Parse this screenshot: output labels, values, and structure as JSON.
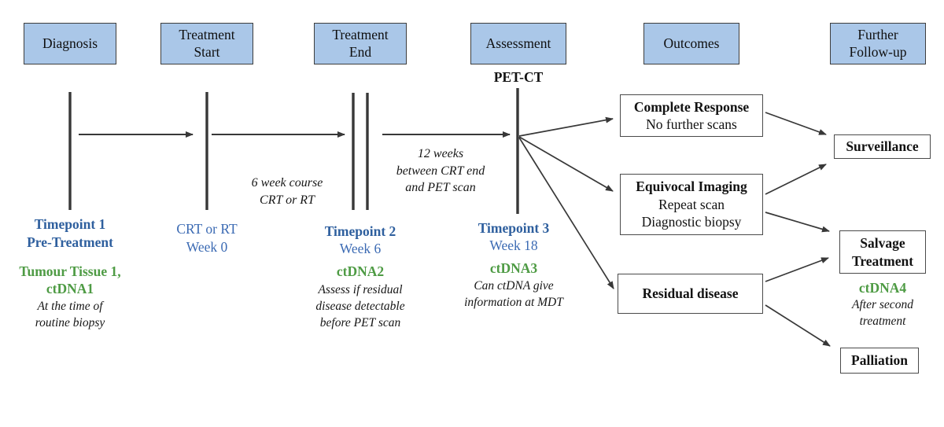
{
  "colors": {
    "stage_fill": "#aac7e8",
    "stage_border": "#3d3d3d",
    "blue_text": "#2e5f9e",
    "green_text": "#4e9b44",
    "line": "#383838"
  },
  "stages": [
    {
      "label": "Diagnosis"
    },
    {
      "label": "Treatment\nStart"
    },
    {
      "label": "Treatment\nEnd"
    },
    {
      "label": "Assessment"
    },
    {
      "label": "Outcomes"
    },
    {
      "label": "Further\nFollow-up"
    }
  ],
  "pet_ct_label": "PET-CT",
  "interval_notes": [
    {
      "text": "6 week course\nCRT or RT"
    },
    {
      "text": "12 weeks\nbetween CRT end\nand PET scan"
    }
  ],
  "timepoints": [
    {
      "bold": "Timepoint 1\nPre-Treatment",
      "regular": "",
      "green": "Tumour Tissue 1,\nctDNA1",
      "italic": "At the time of\nroutine biopsy"
    },
    {
      "bold": "",
      "regular": "CRT or RT\nWeek 0",
      "green": "",
      "italic": ""
    },
    {
      "bold": "Timepoint 2",
      "regular": "Week 6",
      "green": "ctDNA2",
      "italic": "Assess if residual\ndisease detectable\nbefore PET scan"
    },
    {
      "bold": "Timepoint 3",
      "regular": "Week 18",
      "green": "ctDNA3",
      "italic": "Can ctDNA give\ninformation at MDT"
    }
  ],
  "outcomes": [
    {
      "title": "Complete Response",
      "detail": "No further scans"
    },
    {
      "title": "Equivocal Imaging",
      "detail": "Repeat scan\nDiagnostic biopsy"
    },
    {
      "title": "Residual disease",
      "detail": ""
    }
  ],
  "followups": [
    {
      "title": "Surveillance",
      "green": "",
      "italic": ""
    },
    {
      "title": "Salvage\nTreatment",
      "green": "ctDNA4",
      "italic": "After second\ntreatment"
    },
    {
      "title": "Palliation",
      "green": "",
      "italic": ""
    }
  ]
}
